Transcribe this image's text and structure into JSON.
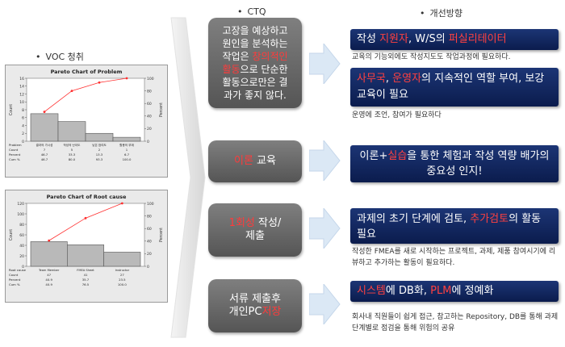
{
  "headers": {
    "voc": "VOC 청취",
    "ctq": "CTQ",
    "improve": "개선방향",
    "bullet": "•"
  },
  "colors": {
    "ctq_box": "#666666",
    "improve_box": "#142a63",
    "highlight_red": "#ff3b3b",
    "arrow": "#dbe8f5"
  },
  "chart_data": [
    {
      "type": "bar",
      "title": "Pareto Chart of Problem",
      "ylabel": "Count",
      "y2label": "Percent",
      "ylim": [
        0,
        16
      ],
      "y2lim": [
        0,
        100
      ],
      "yticks": [
        "0",
        "2",
        "4",
        "6",
        "8",
        "10",
        "12",
        "14",
        "16"
      ],
      "y2ticks": [
        "0",
        "20",
        "40",
        "60",
        "80",
        "100"
      ],
      "categories": [
        "결과의 가시성",
        "작성의 난이도",
        "낮은 참여도",
        "활용의 부재"
      ],
      "values": [
        7,
        5,
        2,
        1
      ],
      "percent": [
        46.7,
        33.3,
        13.3,
        6.7
      ],
      "cum_percent": [
        46.7,
        80.0,
        93.3,
        100.0
      ],
      "table_labels": [
        "Problem",
        "Count",
        "Percent",
        "Cum %"
      ],
      "counts_text": [
        "7",
        "5",
        "2",
        "1"
      ],
      "percent_text": [
        "46.7",
        "33.3",
        "13.3",
        "6.7"
      ],
      "cum_text": [
        "46.7",
        "80.0",
        "93.3",
        "100.0"
      ]
    },
    {
      "type": "bar",
      "title": "Pareto Chart of Root cause",
      "ylabel": "Count",
      "y2label": "Percent",
      "ylim": [
        0,
        120
      ],
      "y2lim": [
        0,
        100
      ],
      "yticks": [
        "0",
        "20",
        "40",
        "60",
        "80",
        "100",
        "120"
      ],
      "y2ticks": [
        "0",
        "20",
        "40",
        "60",
        "80",
        "100"
      ],
      "categories": [
        "Team Member",
        "FMEA Sheet",
        "Instructor"
      ],
      "values": [
        47,
        41,
        27
      ],
      "percent": [
        40.9,
        35.7,
        23.5
      ],
      "cum_percent": [
        40.9,
        76.5,
        100.0
      ],
      "table_labels": [
        "Root cause",
        "Count",
        "Percent",
        "Cum %"
      ],
      "counts_text": [
        "47",
        "41",
        "27"
      ],
      "percent_text": [
        "40.9",
        "35.7",
        "23.5"
      ],
      "cum_text": [
        "40.9",
        "76.5",
        "100.0"
      ]
    }
  ],
  "ctq": [
    {
      "parts": [
        {
          "t": "고장을 예상하고"
        },
        {
          "t": "원인을 분석하는"
        },
        {
          "t": "작업은 "
        },
        {
          "t": "창의적인",
          "red": true
        },
        {
          "t": "활동",
          "red": true
        },
        {
          "t": "으로 단순한"
        },
        {
          "t": "활동으로만은 결"
        },
        {
          "t": "과가 좋지 않다."
        }
      ]
    },
    {
      "parts": [
        {
          "t": "이론",
          "red": true
        },
        {
          "t": " 교육"
        }
      ]
    },
    {
      "parts": [
        {
          "t": "1회성",
          "red": true
        },
        {
          "t": " 작성/"
        },
        {
          "t": "제출"
        }
      ]
    },
    {
      "parts": [
        {
          "t": "서류 제출후"
        },
        {
          "t": "개인PC"
        },
        {
          "t": "저장",
          "red": true
        }
      ]
    }
  ],
  "improvements": [
    {
      "parts": [
        {
          "t": "작성 "
        },
        {
          "t": "지원자",
          "red": true
        },
        {
          "t": ", W/S의 "
        },
        {
          "t": "퍼실리테이터",
          "red": true
        }
      ],
      "note": "교육의 기능외에도 작성지도도 작업과정에 필요하다."
    },
    {
      "parts": [
        {
          "t": "사무국",
          "red": true
        },
        {
          "t": ", "
        },
        {
          "t": "운영자",
          "red": true
        },
        {
          "t": "의 지속적인 역할 부여, 보강 교육이 필요"
        }
      ],
      "note": "운영에 조언, 참여가 필요하다"
    },
    {
      "parts": [
        {
          "t": "이론+"
        },
        {
          "t": "실습",
          "red": true
        },
        {
          "t": "을 통한 체험과 작성 역량 배가의 중요성 인지!"
        }
      ],
      "note": ""
    },
    {
      "parts": [
        {
          "t": "과제의 초기 단계에 검토, "
        },
        {
          "t": "추가검토",
          "red": true
        },
        {
          "t": "의 활동 필요"
        }
      ],
      "note": "작성한 FMEA를 새로 시작하는 프로젝트, 과제, 제품 참여시기에 리뷰하고 추가하는 활동이 필요하다."
    },
    {
      "parts": [
        {
          "t": "시스템",
          "red": true
        },
        {
          "t": "에 DB화, "
        },
        {
          "t": "PLM",
          "red": true
        },
        {
          "t": "에 정예화"
        }
      ],
      "note": "회사내 직원들이 쉽게 접근, 참고하는 Repository, DB를 통해 과제 단계별로 점검을 통해 위험의 공유"
    }
  ]
}
